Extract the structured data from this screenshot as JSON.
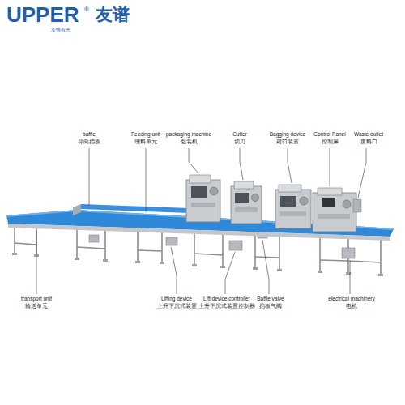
{
  "diagram": {
    "labels": [
      "UPPER",
      "®",
      "友谱",
      "友情有志",
      "baffle",
      "导向挡板",
      "Feeding unit",
      "理料单元",
      "packaging machine",
      "包装机",
      "Cutter",
      "切刀",
      "Bagging device",
      "封口装置",
      "Control Panel",
      "控制屏",
      "Waste outlet",
      "废料口",
      "transport unit",
      "输送单元",
      "Lifting device",
      "上升下沉式装置",
      "Lift device controller",
      "上升下沉式装置控制器",
      "Baffle valve",
      "挡板气阀",
      "electrical machinery",
      "电机"
    ]
  }
}
